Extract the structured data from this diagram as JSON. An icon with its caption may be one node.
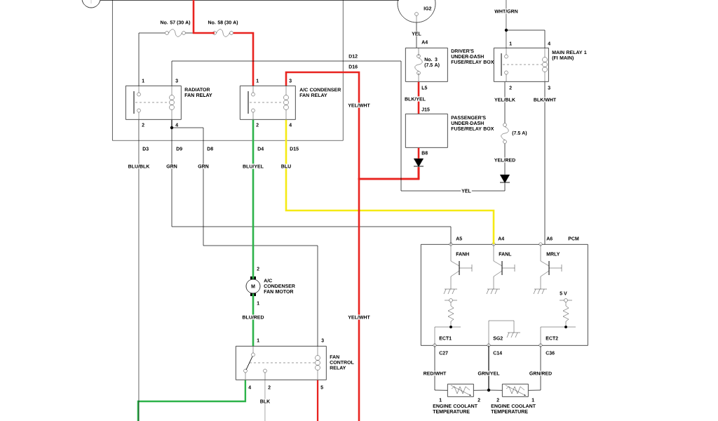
{
  "diagram": {
    "nodes": [
      {
        "text": [],
        "shape": "box"
      },
      {
        "text": [
          "RADIATOR FAN RELAY"
        ],
        "in": 0
      },
      {
        "text": [
          "A/C CONDENSER FAN RELAY"
        ],
        "in": 0
      },
      {
        "text": [
          "No. 57 (30 A)"
        ],
        "in": 0
      },
      {
        "text": [
          "No. 58 (30 A)"
        ],
        "in": 0
      },
      {
        "text": [
          "IG2"
        ]
      },
      {
        "text": [
          "No. 3 (7.5 A)",
          "DRIVER'S UNDER-DASH FUSE/RELAY BOX"
        ]
      },
      {
        "text": [
          "PASSENGER'S UNDER-DASH FUSE/RELAY BOX"
        ]
      },
      {
        "text": [
          "MAIN RELAY 1 (FI MAIN)"
        ]
      },
      {
        "text": [
          "(7.5 A)"
        ]
      },
      {
        "text": [
          "PCM"
        ]
      },
      {
        "text": [
          "M"
        ],
        "beside": [
          "A/C CONDENSER FAN MOTOR"
        ]
      },
      {
        "text": [
          "FAN CONTROL RELAY"
        ]
      },
      {
        "text": [
          "ENGINE COOLANT TEMPERATURE"
        ]
      },
      {
        "text": [
          "ENGINE COOLANT TEMPERATURE"
        ]
      },
      {
        "text": [],
        "shape": "triangle"
      },
      {
        "text": [],
        "shape": "triangle"
      }
    ],
    "edges": [
      {
        "from": 3,
        "to": 1,
        "arrow": "none"
      },
      {
        "from": 4,
        "to": 2,
        "arrow": "none",
        "style": "thick",
        "color": "#e8231f"
      },
      {
        "from": 5,
        "to": 6,
        "arrow": "none",
        "label": "YEL"
      },
      {
        "from": 6,
        "to": 7,
        "arrow": "none",
        "label": "BLK/YEL",
        "style": "thick",
        "color": "#e8231f"
      },
      {
        "from": 15,
        "to": 2,
        "arrow": "none",
        "label": "YEL/WHT",
        "style": "thick",
        "color": "#e8231f"
      },
      {
        "from": 8,
        "to": 9,
        "arrow": "none",
        "label": "YEL/BLK"
      },
      {
        "from": 9,
        "to": 16,
        "arrow": "none",
        "label": "YEL/RED"
      },
      {
        "from": 8,
        "to": 10,
        "arrow": "none",
        "label": "BLK/WHT"
      },
      {
        "from": 1,
        "to": 10,
        "arrow": "none",
        "label": "GRN"
      },
      {
        "from": 1,
        "to": 12,
        "arrow": "none",
        "label": "GRN"
      },
      {
        "from": 2,
        "to": 11,
        "arrow": "none",
        "label": "BLU/YEL",
        "style": "thick",
        "color": "#2db34a"
      },
      {
        "from": 2,
        "to": 10,
        "arrow": "none",
        "label": "BLU",
        "style": "thick",
        "color": "#f5ea14"
      },
      {
        "from": 11,
        "to": 12,
        "arrow": "none",
        "label": "BLU/RED",
        "style": "thick",
        "color": "#2db34a"
      },
      {
        "from": 12,
        "to": null,
        "arrow": "none",
        "style": "thick",
        "color": "#2db34a"
      },
      {
        "from": 1,
        "to": null,
        "arrow": "none",
        "label": "BLU/BLK"
      },
      {
        "from": 12,
        "to": null,
        "arrow": "none",
        "label": "BLK"
      },
      {
        "from": 12,
        "to": null,
        "arrow": "none",
        "style": "thick",
        "color": "#e8231f"
      },
      {
        "from": 10,
        "to": 13,
        "arrow": "none",
        "label": "RED/WHT"
      },
      {
        "from": 10,
        "to": 13,
        "arrow": "none",
        "label": "GRN/YEL"
      },
      {
        "from": 10,
        "to": 14,
        "arrow": "none"
      },
      {
        "from": 10,
        "to": 14,
        "arrow": "none",
        "label": "GRN/RED"
      },
      {
        "from": 15,
        "to": null,
        "arrow": "none",
        "label": "YEL/WHT",
        "style": "thick",
        "color": "#e8231f"
      },
      {
        "from": null,
        "to": 8,
        "arrow": "none",
        "label": "WHT/GRN"
      },
      {
        "from": 3,
        "to": 4,
        "arrow": "none"
      },
      {
        "from": 7,
        "to": 15,
        "arrow": "none",
        "style": "thick",
        "color": "#e8231f"
      },
      {
        "from": 16,
        "to": 1,
        "arrow": "none",
        "label": "YEL"
      }
    ],
    "labels": [
      "D12",
      "D16",
      "1",
      "3",
      "1",
      "3",
      "A4",
      "1",
      "4",
      "2",
      "4",
      "2",
      "4",
      "L5",
      "2",
      "3",
      "J15",
      "D3",
      "D9",
      "D8",
      "D4",
      "D15",
      "B8",
      "A5",
      "A4",
      "A6",
      "FANH",
      "FANL",
      "MRLY",
      "2",
      "1",
      "5 V",
      "1",
      "3",
      "ECT1",
      "SG2",
      "ECT2",
      "C27",
      "C14",
      "C36",
      "4",
      "2",
      "5",
      "1",
      "2",
      "2",
      "1"
    ]
  }
}
